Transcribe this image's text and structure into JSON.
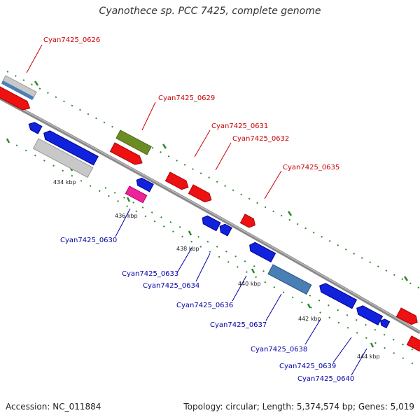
{
  "title": "Cyanothece sp. PCC 7425, complete genome",
  "footer": {
    "accession": "Accession: NC_011884",
    "stats": "Topology: circular; Length: 5,374,574 bp; Genes: 5,019"
  },
  "colors": {
    "red_gene": "#ee1111",
    "blue_gene": "#1122dd",
    "gray_gene": "#c8c8c8",
    "steel_gene": "#4a7fb5",
    "olive_gene": "#6b8c23",
    "pink_gene": "#ee2299",
    "backbone": "#888888",
    "tick": "#2a8a2a",
    "red_label": "#cc0000",
    "blue_label": "#0000aa"
  },
  "kbp_labels": [
    "434 kbp",
    "436 kbp",
    "438 kbp",
    "440 kbp",
    "442 kbp",
    "444 kbp"
  ],
  "red_labels": [
    "Cyan7425_0626",
    "Cyan7425_0629",
    "Cyan7425_0631",
    "Cyan7425_0632",
    "Cyan7425_0635"
  ],
  "blue_labels": [
    "Cyan7425_0630",
    "Cyan7425_0633",
    "Cyan7425_0634",
    "Cyan7425_0636",
    "Cyan7425_0637",
    "Cyan7425_0638",
    "Cyan7425_0639",
    "Cyan7425_0640"
  ]
}
